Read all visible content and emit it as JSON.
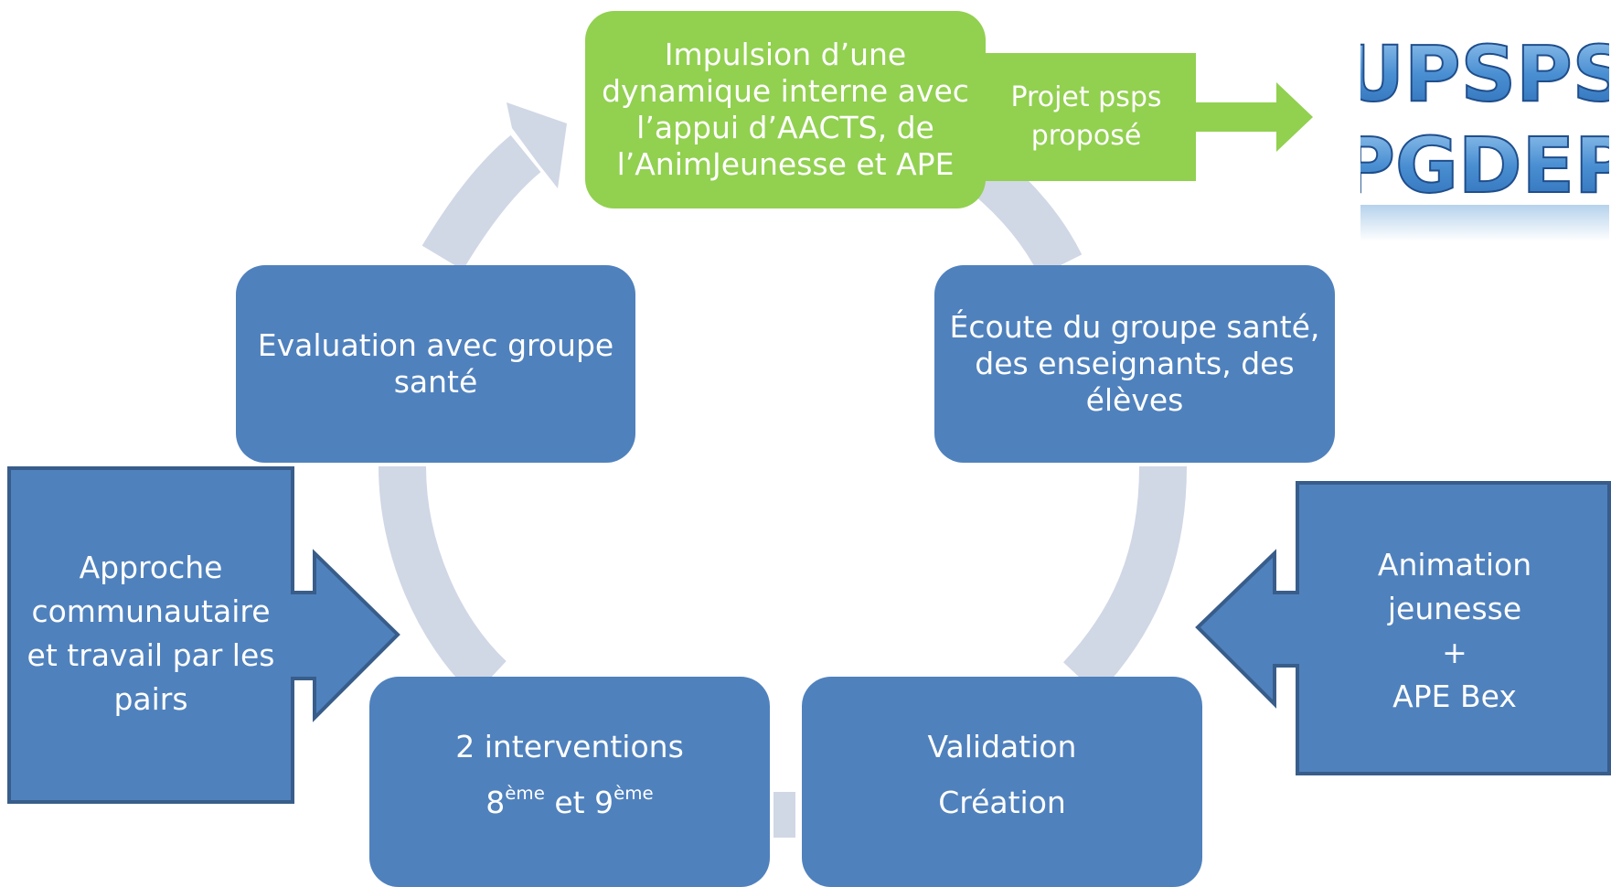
{
  "nodes": {
    "top": "Impulsion d’une\ndynamique interne avec\nl’appui d’AACTS, de\nl’AnimJeunesse et APE",
    "evaluation": "Evaluation avec groupe\nsanté",
    "ecoute": "Écoute du groupe santé,\ndes enseignants, des\nélèves",
    "interventions": {
      "line1": "2 interventions",
      "num1": "8",
      "sup1": "ème",
      "et": " et ",
      "num2": "9",
      "sup2": "ème"
    },
    "validation": {
      "line1": "Validation",
      "line2": "Création"
    }
  },
  "callouts": {
    "left": "Approche\ncommunautaire\net travail par les\npairs",
    "right": "Animation\njeunesse\n+\nAPE Bex",
    "projet": "Projet psps\nproposé"
  },
  "logo": {
    "line1": "UPSPS",
    "line2": "PGDEP"
  },
  "colors": {
    "blue_box": "#4f81bd",
    "green_box": "#92d050",
    "cycle_arrow": "#d0d7e5",
    "callout_border": "#385d8a",
    "logo_fill": "#5b9bd5"
  }
}
